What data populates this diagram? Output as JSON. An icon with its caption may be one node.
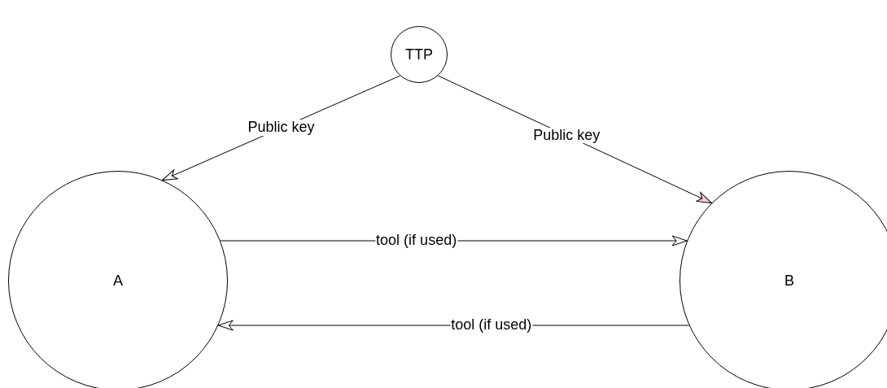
{
  "diagram": {
    "nodes": [
      {
        "text": [
          "TTP"
        ]
      },
      {
        "text": [
          "A"
        ]
      },
      {
        "text": [
          "B"
        ]
      }
    ],
    "edges": [
      {
        "from": 0,
        "to": 1,
        "arrow": "to",
        "label": "Public key"
      },
      {
        "from": 0,
        "to": 2,
        "arrow": "to",
        "label": "Public key"
      },
      {
        "from": 1,
        "to": 2,
        "arrow": "to",
        "label": "tool (if used)"
      },
      {
        "from": 2,
        "to": 1,
        "arrow": "to",
        "label": "tool (if used)"
      }
    ]
  }
}
